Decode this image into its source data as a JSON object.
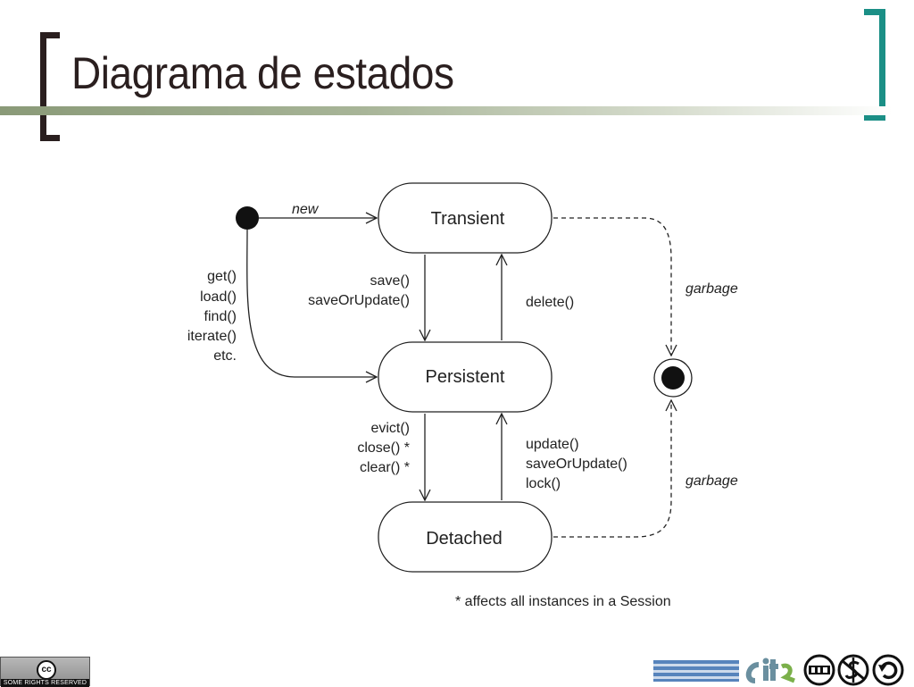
{
  "slide": {
    "title": "Diagrama de estados"
  },
  "colors": {
    "title_text": "#2a1f1f",
    "left_bracket": "#2a1f1f",
    "right_bracket": "#1b8f86",
    "rule_start": "#8a9a78"
  },
  "diagram": {
    "states": {
      "transient": "Transient",
      "persistent": "Persistent",
      "detached": "Detached"
    },
    "transitions": {
      "new": "new",
      "save": [
        "save()",
        "saveOrUpdate()"
      ],
      "delete": "delete()",
      "load": [
        "get()",
        "load()",
        "find()",
        "iterate()",
        "etc."
      ],
      "evict": [
        "evict()",
        "close() *",
        "clear() *"
      ],
      "update": [
        "update()",
        "saveOrUpdate()",
        "lock()"
      ],
      "garbage_top": "garbage",
      "garbage_bottom": "garbage"
    },
    "footnote": "* affects all instances in a Session"
  },
  "footer": {
    "cc_symbol": "cc",
    "cc_caption": "SOME RIGHTS RESERVED",
    "logos": [
      "ESST logo",
      "cit logo",
      "by-icon",
      "nc-icon",
      "sa-icon"
    ]
  }
}
